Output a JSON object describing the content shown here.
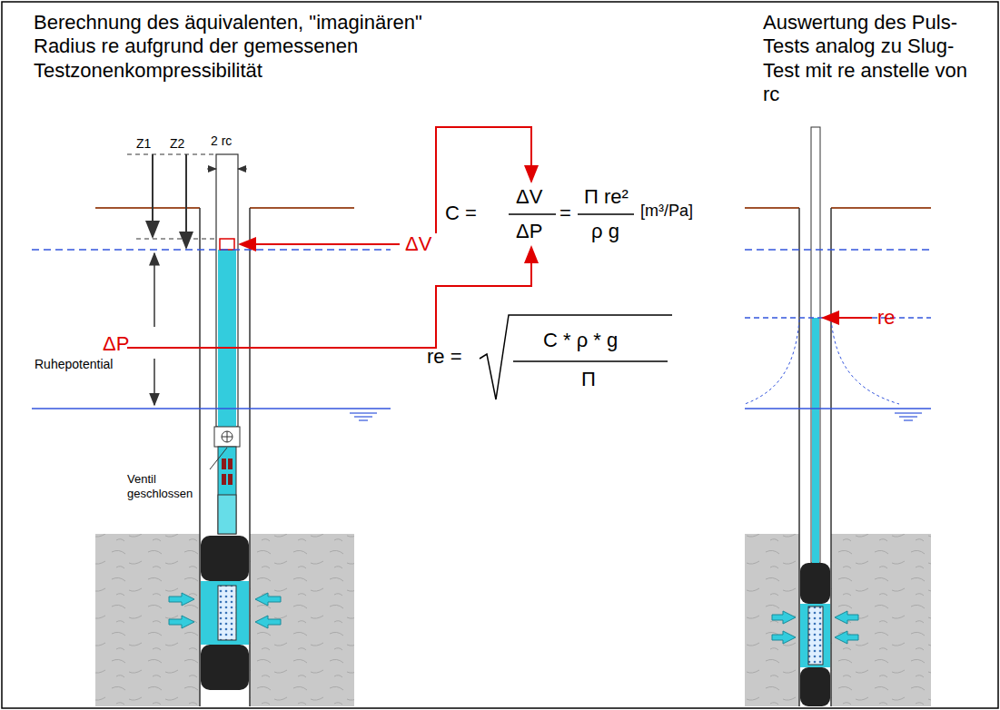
{
  "diagram": {
    "labels": [
      "Berechnung des äquivalenten, \"imaginären\" Radius re aufgrund der gemessenen Testzonenkompressibilität",
      "Auswertung des Puls-Tests analog zu Slug-Test mit re anstelle von rc",
      "Z1",
      "Z2",
      "2 rc",
      "ΔV",
      "C =",
      "ΔV",
      "ΔP",
      "=",
      "Π re²",
      "ρ g",
      "[m³/Pa]",
      "ΔP",
      "Ruhepotential",
      "re =",
      "C * ρ * g",
      "Π",
      "Ventil geschlossen",
      "re"
    ]
  }
}
